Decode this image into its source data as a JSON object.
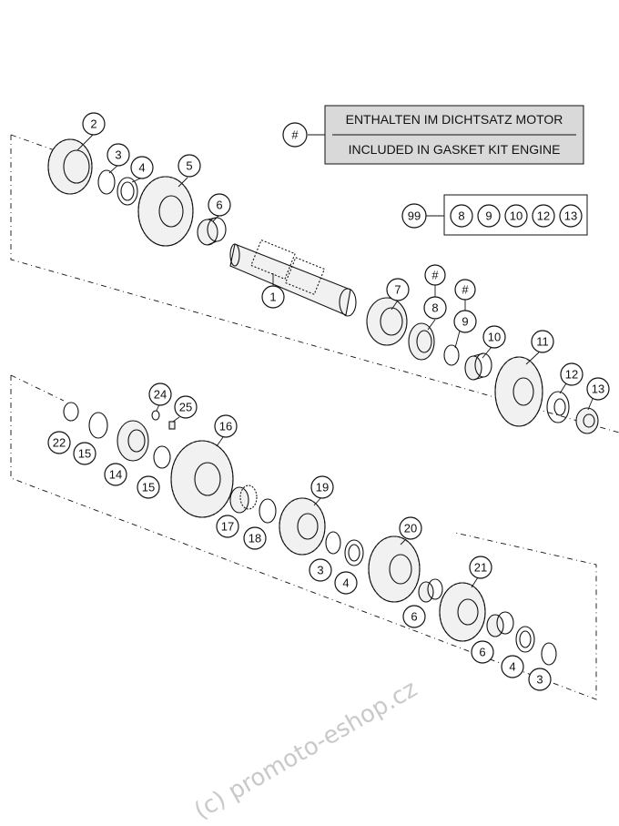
{
  "legend": {
    "symbol": "#",
    "line_de": "ENTHALTEN IM DICHTSATZ MOTOR",
    "line_en": "INCLUDED IN GASKET KIT ENGINE"
  },
  "kit": {
    "number": "99",
    "members": [
      "8",
      "9",
      "10",
      "12",
      "13"
    ]
  },
  "upper_callouts": [
    "2",
    "3",
    "4",
    "5",
    "6",
    "1",
    "7",
    "#",
    "8",
    "#",
    "9",
    "10",
    "11",
    "12",
    "13"
  ],
  "lower_callouts": [
    "24",
    "25",
    "16",
    "22",
    "15",
    "14",
    "15",
    "17",
    "18",
    "19",
    "3",
    "4",
    "20",
    "6",
    "21",
    "6",
    "4",
    "3"
  ],
  "watermark": "(c) promoto-eshop.cz"
}
